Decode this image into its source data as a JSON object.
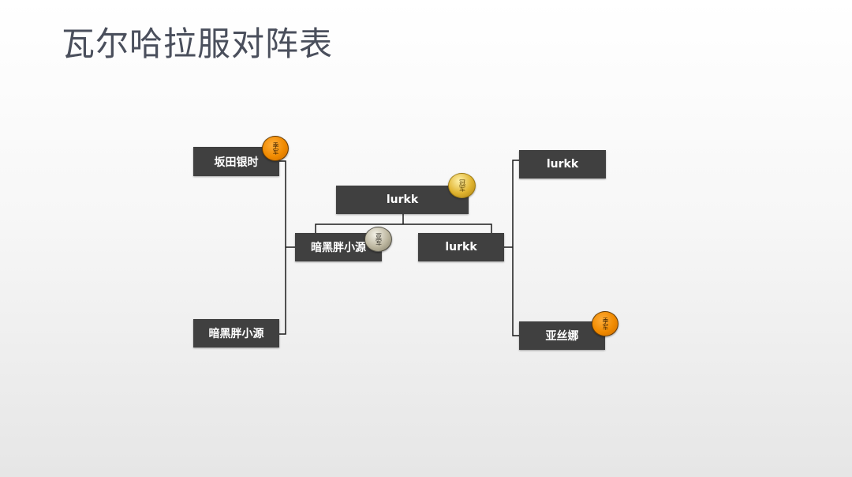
{
  "title": "瓦尔哈拉服对阵表",
  "players": {
    "left_top": "坂田银时",
    "left_bottom": "暗黑胖小源",
    "left_semi": "暗黑胖小源",
    "champion": "lurkk",
    "right_semi": "lurkk",
    "right_top": "lurkk",
    "right_bottom": "亚丝娜"
  },
  "badges": {
    "left_top": "季军",
    "champion": "冠军",
    "left_semi": "亚军",
    "right_bottom": "季军"
  },
  "colors": {
    "box": "#404040",
    "line": "#1a1a1a",
    "title": "#4a4f5c",
    "bronze": "#f08a00",
    "gold": "#e0b430",
    "silver": "#bdb7a0"
  }
}
